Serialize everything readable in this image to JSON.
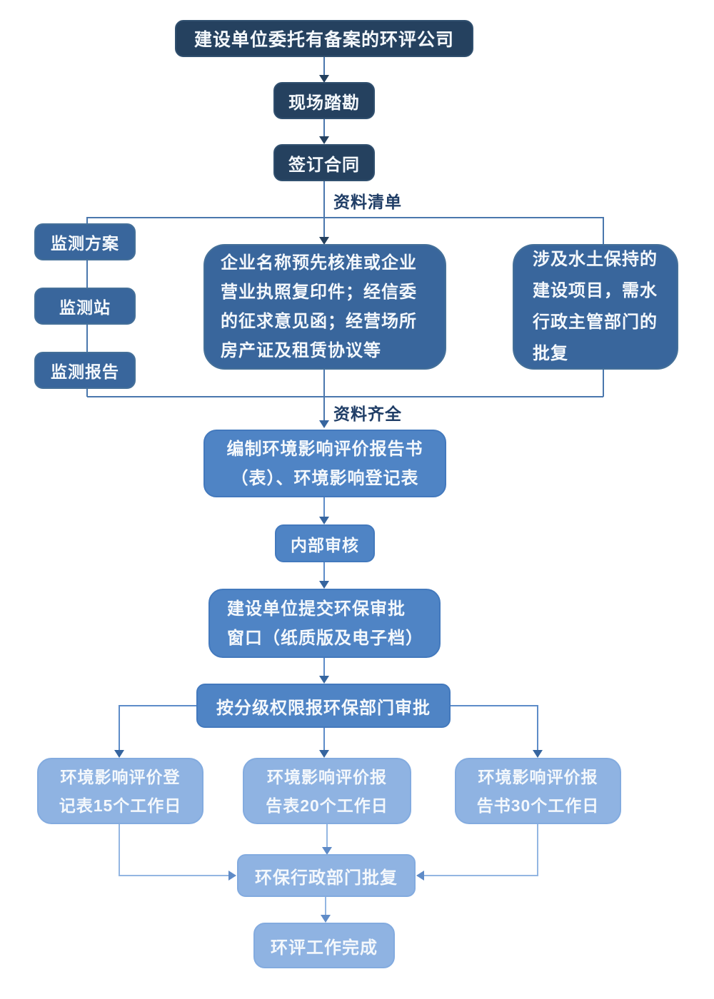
{
  "diagram_title": "",
  "nodes": {
    "entrust": "建设单位委托有备案的环评公司",
    "site_survey": "现场踏勘",
    "sign_contract": "签订合同",
    "monitor_plan": "监测方案",
    "monitor_station": "监测站",
    "monitor_report": "监测报告",
    "materials": "企业名称预先核准或企业\n营业执照复印件；经信委\n的征求意见函；经营场所\n房产证及租赁协议等",
    "water_conservation": "涉及水土保持的\n建设项目，需水\n行政主管部门的\n批复",
    "compile": "编制环境影响评价报告书\n（表）、环境影响登记表",
    "internal_review": "内部审核",
    "submit_window": "建设单位提交环保审批\n窗口（纸质版及电子档）",
    "route_approval": "按分级权限报环保部门审批",
    "registration_15": "环境影响评价登\n记表15个工作日",
    "report_form_20": "环境影响评价报\n告表20个工作日",
    "report_book_30": "环境影响评价报\n告书30个工作日",
    "epa_approval": "环保行政部门批复",
    "work_done": "环评工作完成"
  },
  "edge_labels": {
    "material_list": "资料清单",
    "material_complete": "资料齐全"
  },
  "colors": {
    "box_dark": "#25415f",
    "box_medium": "#39669c",
    "box_mid_light": "#4f84c5",
    "box_light": "#8fb3e2",
    "connector_steel": "#4a77ad",
    "connector_blue": "#5d8cc8",
    "connector_light": "#93b6e2",
    "arrow_dark": "#24405e",
    "arrow_blue": "#36659f",
    "arrow_light": "#5f8bc7",
    "label_text": "#1f3d66",
    "node_text": "#ffffff",
    "background": "#ffffff"
  }
}
